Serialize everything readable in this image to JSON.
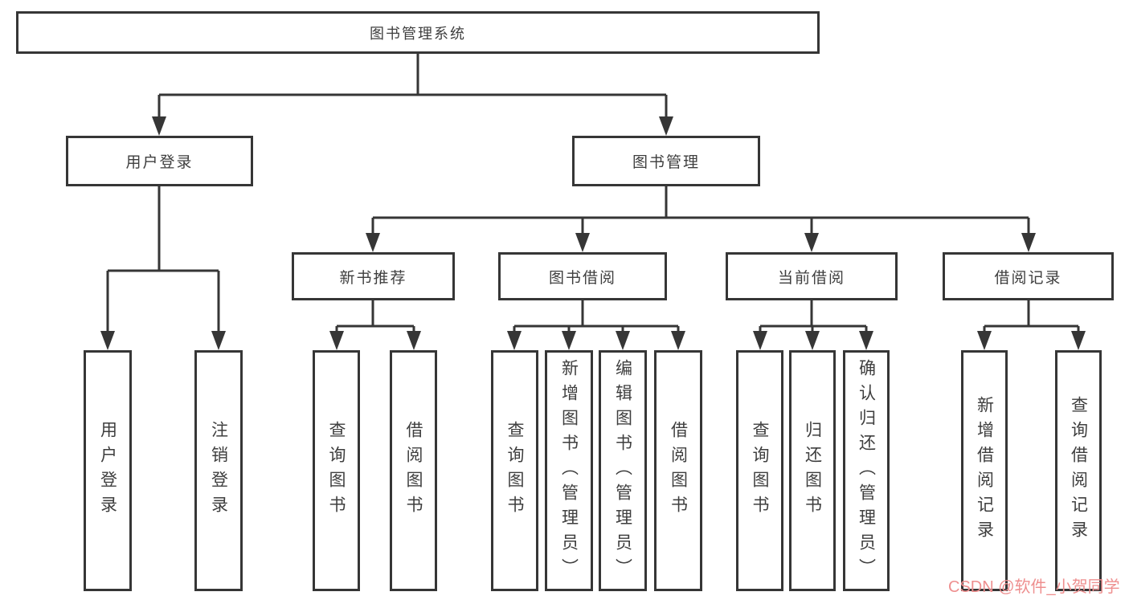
{
  "tree": {
    "label": "图书管理系统",
    "children": [
      {
        "label": "用户登录",
        "children": [
          {
            "label": "用户登录"
          },
          {
            "label": "注销登录"
          }
        ]
      },
      {
        "label": "图书管理",
        "children": [
          {
            "label": "新书推荐",
            "children": [
              {
                "label": "查询图书"
              },
              {
                "label": "借阅图书"
              }
            ]
          },
          {
            "label": "图书借阅",
            "children": [
              {
                "label": "查询图书"
              },
              {
                "label": "新增图书（管理员）"
              },
              {
                "label": "编辑图书（管理员）"
              },
              {
                "label": "借阅图书"
              }
            ]
          },
          {
            "label": "当前借阅",
            "children": [
              {
                "label": "查询图书"
              },
              {
                "label": "归还图书"
              },
              {
                "label": "确认归还（管理员）"
              }
            ]
          },
          {
            "label": "借阅记录",
            "children": [
              {
                "label": "新增借阅记录"
              },
              {
                "label": "查询借阅记录"
              }
            ]
          }
        ]
      }
    ]
  },
  "watermark": {
    "text": "CSDN @软件_小贺同学",
    "color": "#ee8f8f"
  },
  "colors": {
    "line": "#363636",
    "text": "#3e3e3e",
    "background": "#ffffff"
  }
}
